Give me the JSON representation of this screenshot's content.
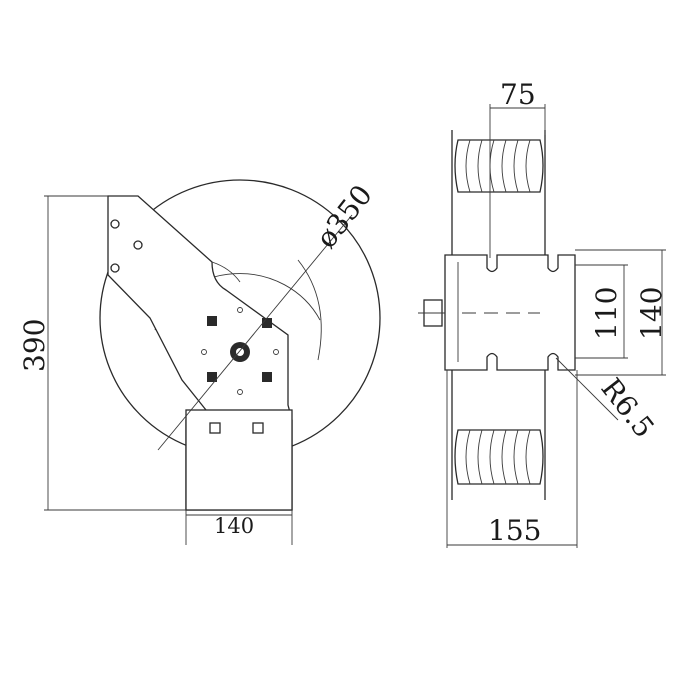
{
  "drawing": {
    "colors": {
      "line": "#2a2a2a",
      "background": "#ffffff"
    },
    "front_view": {
      "diameter_label": "ø350",
      "height_label": "390",
      "base_width_label": "140"
    },
    "side_view": {
      "top_width_label": "75",
      "inner_height_label": "110",
      "outer_height_label": "140",
      "radius_label": "R6.5",
      "total_width_label": "155"
    }
  }
}
